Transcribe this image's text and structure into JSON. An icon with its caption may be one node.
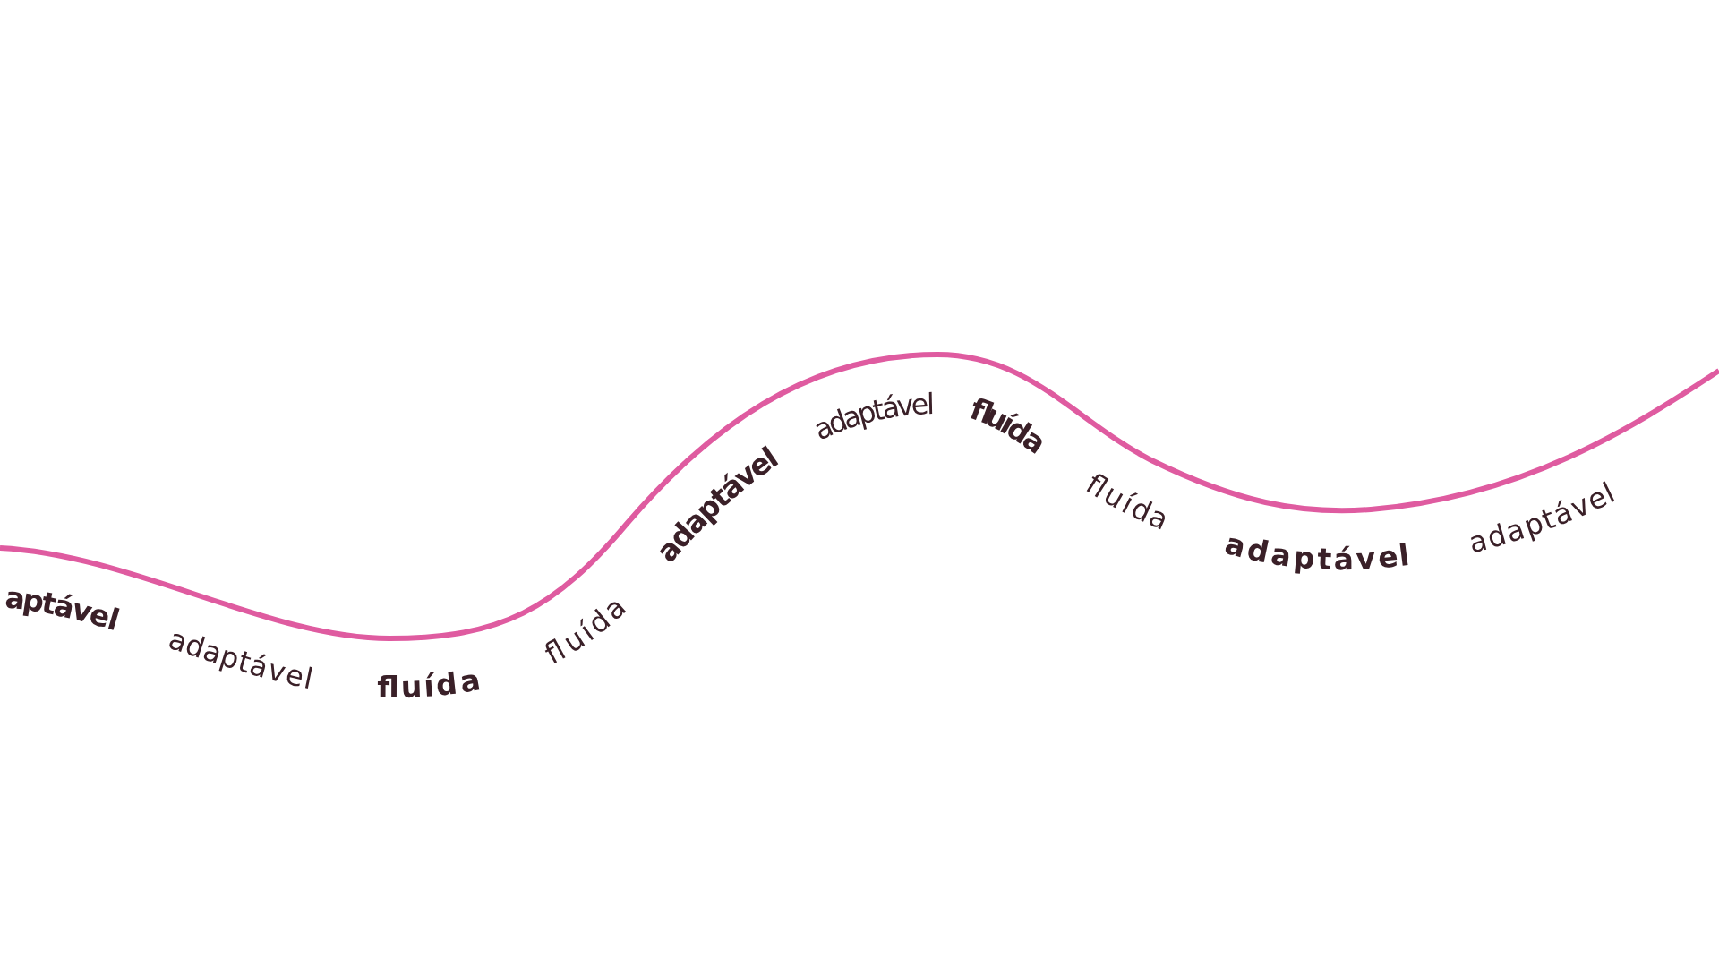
{
  "diagram": {
    "labels": [
      "aptável",
      "adaptável",
      "fluída",
      "fluída",
      "adaptável",
      "adaptável",
      "fluída",
      "fluída",
      "adaptável",
      "adaptável"
    ]
  }
}
